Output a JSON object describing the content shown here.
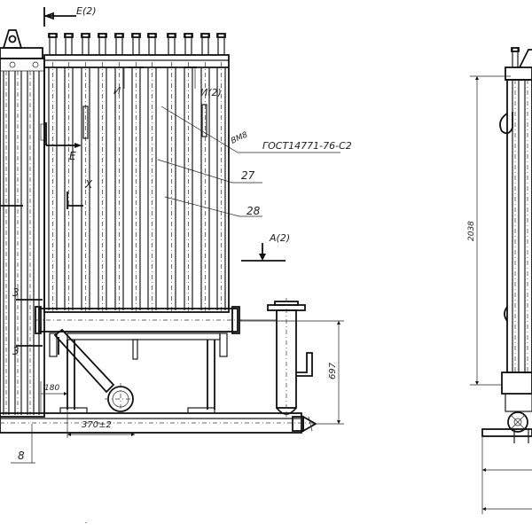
{
  "labels": {
    "section_e_top": "E(2)",
    "section_i": "И",
    "section_i_right": "И(2)",
    "weld_symbol": "ВМ8",
    "standard": "ГОСТ14771-76-С2",
    "section_e": "E",
    "section_x": "Х",
    "pos_27": "27",
    "pos_28": "28",
    "view_a": "А(2)",
    "side_3_upper": "3",
    "side_3_lower": "3",
    "dim_180": "180",
    "dim_370": "370±2",
    "dim_697": "697",
    "pos_8": "8",
    "dim_2038": "2038"
  }
}
